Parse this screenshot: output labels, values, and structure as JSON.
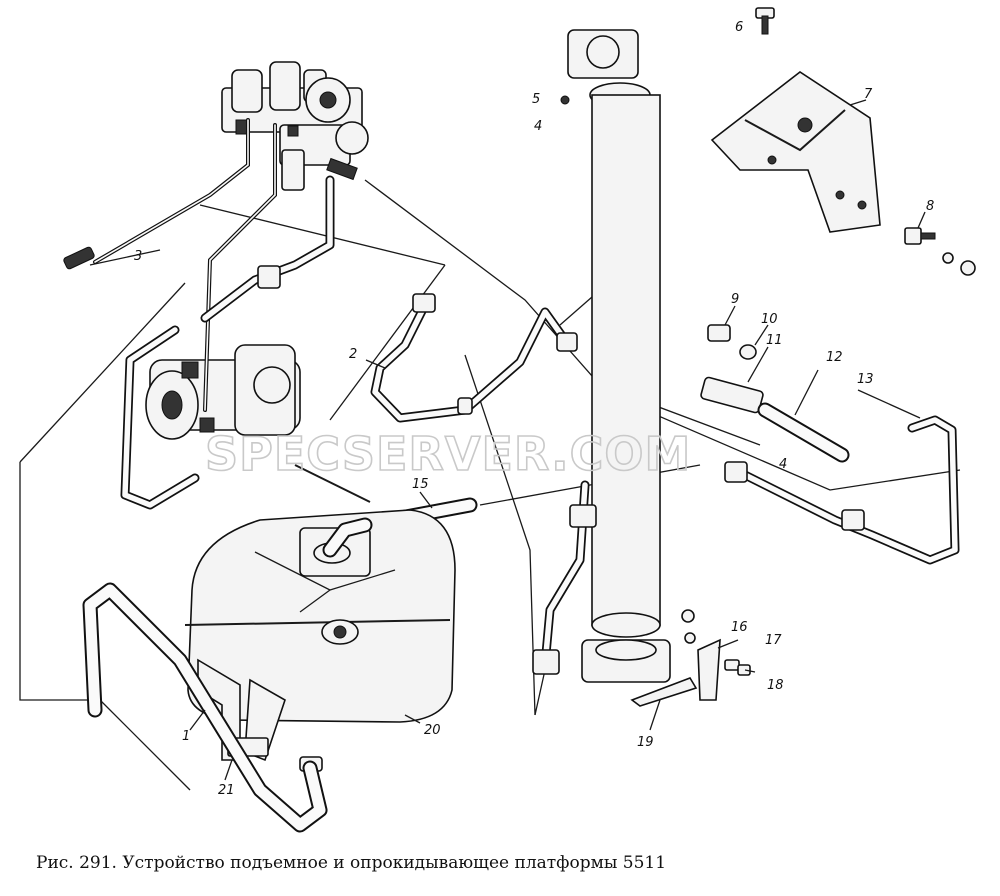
{
  "caption": "Рис. 291. Устройство подъемное и опрокидывающее платформы 5511",
  "watermark": "SPECSERVER.COM",
  "callouts": [
    "1",
    "2",
    "3",
    "4",
    "4",
    "5",
    "6",
    "7",
    "8",
    "9",
    "10",
    "11",
    "12",
    "13",
    "15",
    "16",
    "17",
    "18",
    "19",
    "20",
    "21"
  ]
}
